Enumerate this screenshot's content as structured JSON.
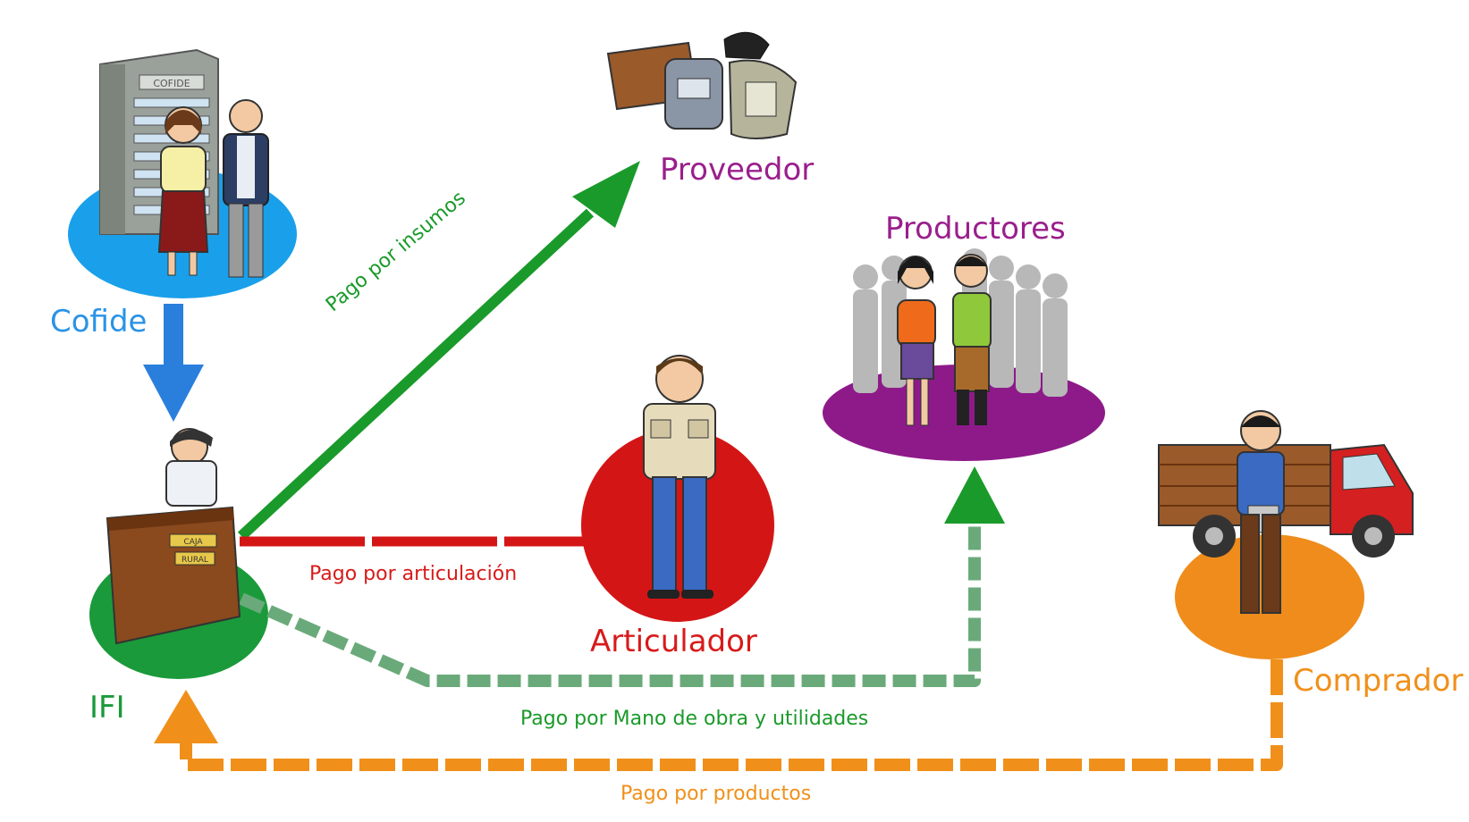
{
  "nodes": {
    "cofide": {
      "label": "Cofide",
      "color": "#2a93e6"
    },
    "ifi": {
      "label": "IFI",
      "color": "#1a9a3a"
    },
    "proveedor": {
      "label": "Proveedor",
      "color": "#9a1f8c"
    },
    "productores": {
      "label": "Productores",
      "color": "#9a1f8c"
    },
    "articulador": {
      "label": "Articulador",
      "color": "#d81a1a"
    },
    "comprador": {
      "label": "Comprador",
      "color": "#f0901a"
    }
  },
  "flows": {
    "cofide_to_ifi": {
      "color": "#2a7fdc"
    },
    "pago_insumos": {
      "label": "Pago por insumos",
      "color": "#1a9a2a"
    },
    "pago_articulacion": {
      "label": "Pago por articulación",
      "color": "#d81a1a"
    },
    "pago_mano_obra": {
      "label": "Pago por Mano de obra y utilidades",
      "color": "#1a9a2a",
      "line_color": "#6aaa7a"
    },
    "pago_productos": {
      "label": "Pago por productos",
      "color": "#f0901a"
    }
  },
  "props": {
    "caja_rural_sign_line1": "CAJA",
    "caja_rural_sign_line2": "RURAL",
    "building_sign": "COFIDE"
  }
}
